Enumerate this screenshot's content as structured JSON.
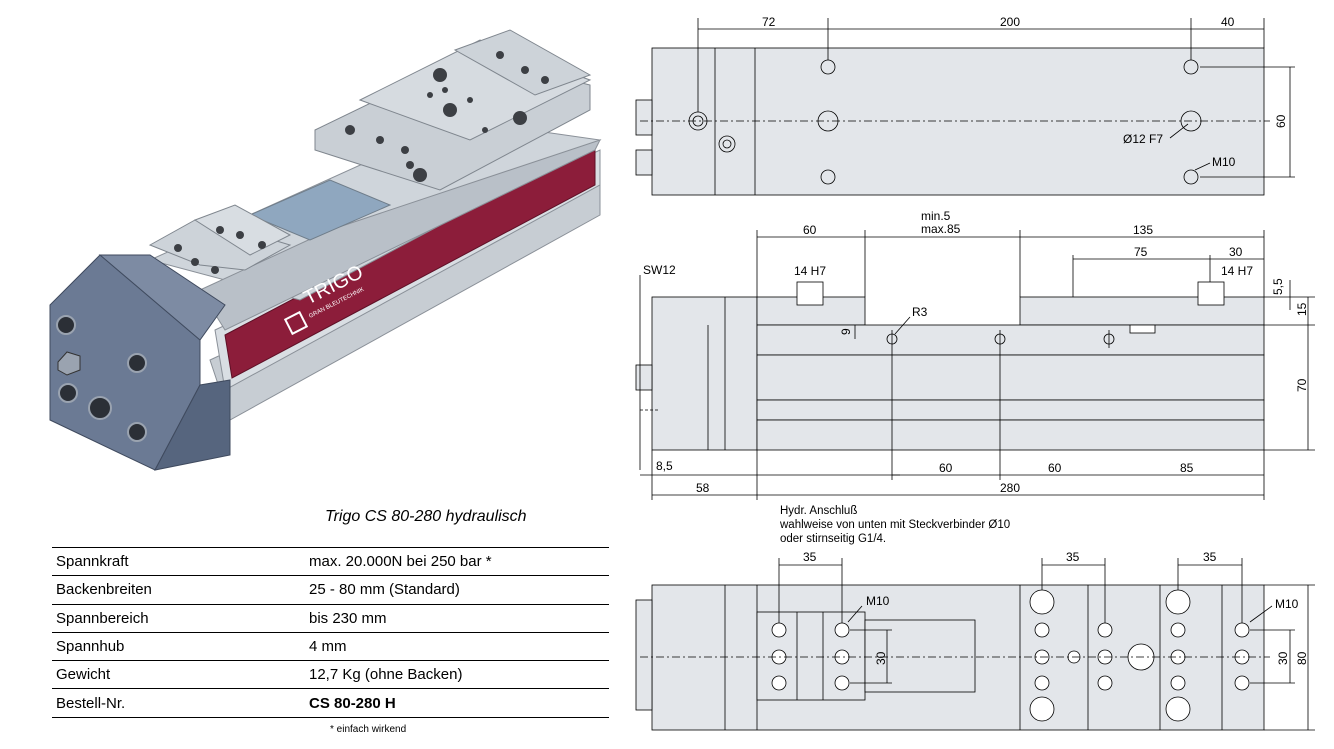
{
  "product": {
    "caption": "Trigo CS 80-280 hydraulisch",
    "logo_text": "TRIGO",
    "logo_sub": "GRAN BLEUTECHNIK"
  },
  "specs": [
    {
      "label": "Spannkraft",
      "value": "max. 20.000N bei 250 bar *"
    },
    {
      "label": "Backenbreiten",
      "value": "25 - 80 mm (Standard)"
    },
    {
      "label": "Spannbereich",
      "value": "bis 230 mm"
    },
    {
      "label": "Spannhub",
      "value": "4 mm"
    },
    {
      "label": "Gewicht",
      "value": "12,7 Kg (ohne  Backen)"
    },
    {
      "label": "Bestell-Nr.",
      "value": "CS 80-280 H"
    }
  ],
  "footnote": "* einfach wirkend",
  "drawing": {
    "top": {
      "d72": "72",
      "d200": "200",
      "d40": "40",
      "d60": "60",
      "bore": "Ø12 F7",
      "thread": "M10"
    },
    "side": {
      "min": "min.5",
      "max": "max.85",
      "d60a": "60",
      "d135": "135",
      "d75": "75",
      "d30": "30",
      "sw": "SW12",
      "fit1": "14 H7",
      "fit2": "14 H7",
      "r3": "R3",
      "d9": "9",
      "d55": "5,5",
      "d15": "15",
      "d70": "70",
      "d85s": "8,5",
      "b60a": "60",
      "b60b": "60",
      "b85": "85",
      "d58": "58",
      "d280": "280"
    },
    "note": [
      "Hydr. Anschluß",
      "wahlweise von unten mit Steckverbinder Ø10",
      "oder stirnseitig G1/4."
    ],
    "bottom": {
      "d35a": "35",
      "d35b": "35",
      "d35c": "35",
      "m10a": "M10",
      "m10b": "M10",
      "d30a": "30",
      "d30b": "30",
      "d80": "80"
    }
  }
}
